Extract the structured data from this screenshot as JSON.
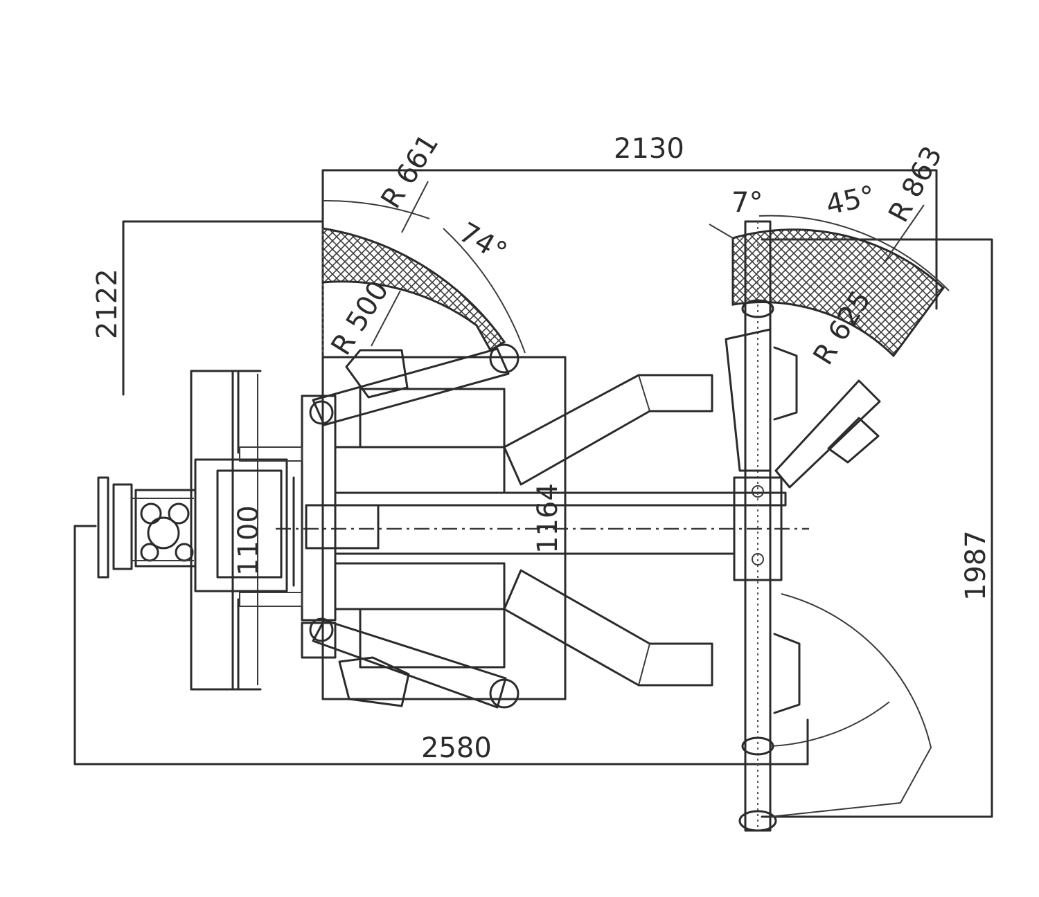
{
  "dimensions": {
    "width_total": "2580",
    "width_top": "2130",
    "height_left": "2122",
    "height_right": "1987",
    "inner_1100": "1100",
    "inner_1164": "1164"
  },
  "radii": {
    "r661": "R 661",
    "r500": "R 500",
    "r863": "R 863",
    "r625": "R 625"
  },
  "angles": {
    "a74": "74°",
    "a7": "7°",
    "a45": "45°"
  }
}
